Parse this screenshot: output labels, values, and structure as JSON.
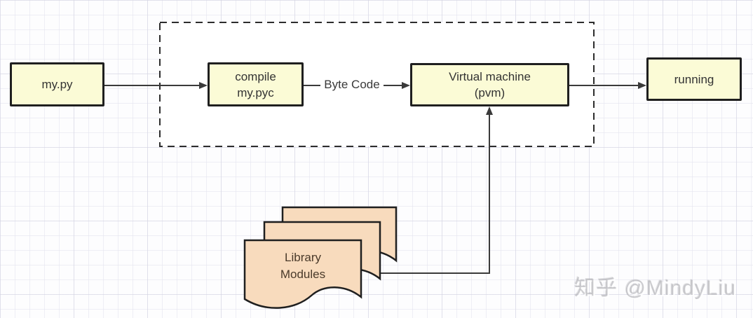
{
  "nodes": {
    "my_py": {
      "label": "my.py"
    },
    "compile": {
      "line1": "compile",
      "line2": "my.pyc"
    },
    "virtual_machine": {
      "line1": "Virtual machine",
      "line2": "(pvm)"
    },
    "running": {
      "label": "running"
    },
    "library_modules": {
      "line1": "Library",
      "line2": "Modules"
    }
  },
  "edge_labels": {
    "byte_code": "Byte Code"
  },
  "watermark": {
    "text": "知乎 @MindyLiu"
  },
  "colors": {
    "node_fill": "#fbfbd6",
    "node_border": "#1f1f1f",
    "document_fill": "#f8dbbd",
    "arrow": "#3a3a3a",
    "dashed_group_border": "#2d2d2d",
    "group_fill": "#ffffff"
  }
}
